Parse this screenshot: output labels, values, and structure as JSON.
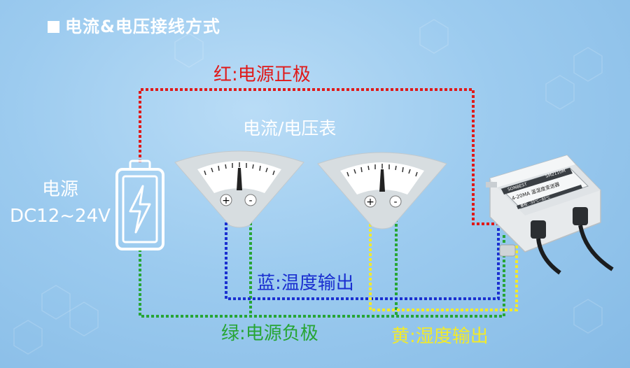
{
  "title": "电流&电压接线方式",
  "labels": {
    "red": "红:电源正极",
    "meters": "电流/电压表",
    "power_line1": "电源",
    "power_line2": "DC12~24V",
    "blue": "蓝:温度输出",
    "green": "绿:电源负极",
    "yellow": "黄:湿度输出"
  },
  "meter": {
    "plus": "+",
    "minus": "-"
  },
  "device": {
    "brand": "SONBEST",
    "model": "SM2110M",
    "signal": "4-20MA 温湿度变送器",
    "range": "量程: -30°C~80°C"
  },
  "colors": {
    "red_wire": "#e01919",
    "blue_wire": "#1a2fd0",
    "green_wire": "#27a535",
    "yellow_wire": "#f2ea2a"
  }
}
